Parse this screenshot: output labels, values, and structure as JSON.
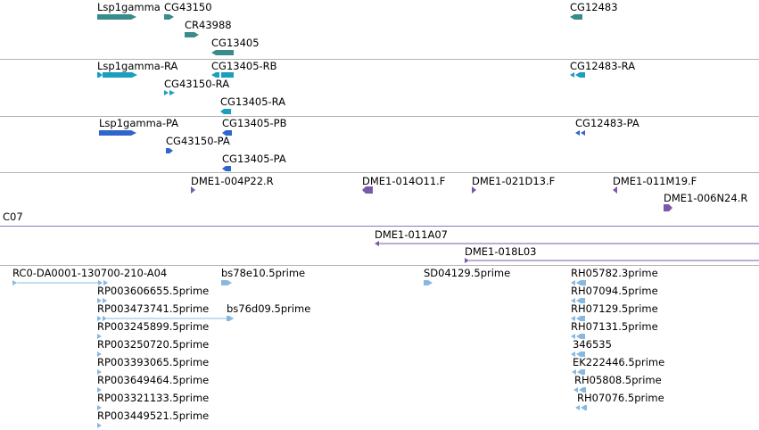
{
  "colors": {
    "gene": "#3a8c8c",
    "mrna": "#1a9fbf",
    "protein": "#2f66cc",
    "probe": "#7a5aa8",
    "est": "#88b8e0",
    "divider": "#b3b3b3"
  },
  "gene_track": {
    "features": [
      {
        "label": "Lsp1gamma",
        "strand": "+"
      },
      {
        "label": "CG43150",
        "strand": "+"
      },
      {
        "label": "CR43988",
        "strand": "+"
      },
      {
        "label": "CG13405",
        "strand": "-"
      },
      {
        "label": "CG12483",
        "strand": "-"
      }
    ]
  },
  "mrna_track": {
    "features": [
      {
        "label": "Lsp1gamma-RA",
        "strand": "+"
      },
      {
        "label": "CG13405-RB",
        "strand": "-"
      },
      {
        "label": "CG43150-RA",
        "strand": "+"
      },
      {
        "label": "CG13405-RA",
        "strand": "-"
      },
      {
        "label": "CG12483-RA",
        "strand": "-"
      }
    ]
  },
  "protein_track": {
    "features": [
      {
        "label": "Lsp1gamma-PA",
        "strand": "+"
      },
      {
        "label": "CG13405-PB",
        "strand": "-"
      },
      {
        "label": "CG43150-PA",
        "strand": "+"
      },
      {
        "label": "CG13405-PA",
        "strand": "-"
      },
      {
        "label": "CG12483-PA",
        "strand": "-"
      }
    ]
  },
  "probe_track": {
    "features": [
      {
        "label": "DME1-004P22.R",
        "strand": "+"
      },
      {
        "label": "DME1-014O11.F",
        "strand": "-"
      },
      {
        "label": "DME1-021D13.F",
        "strand": "+"
      },
      {
        "label": "DME1-011M19.F",
        "strand": "-"
      },
      {
        "label": "DME1-006N24.R",
        "strand": "+"
      }
    ]
  },
  "clone_track": {
    "label": "C07",
    "features": [
      {
        "label": "DME1-011A07",
        "strand": "-"
      },
      {
        "label": "DME1-018L03",
        "strand": "+"
      }
    ]
  },
  "est_track": {
    "features": [
      {
        "label": "RC0-DA0001-130700-210-A04"
      },
      {
        "label": "bs78e10.5prime"
      },
      {
        "label": "SD04129.5prime"
      },
      {
        "label": "RH05782.3prime"
      },
      {
        "label": "RP003606655.5prime"
      },
      {
        "label": "RH07094.5prime"
      },
      {
        "label": "RP003473741.5prime"
      },
      {
        "label": "bs76d09.5prime"
      },
      {
        "label": "RH07129.5prime"
      },
      {
        "label": "RP003245899.5prime"
      },
      {
        "label": "RH07131.5prime"
      },
      {
        "label": "RP003250720.5prime"
      },
      {
        "label": "346535"
      },
      {
        "label": "RP003393065.5prime"
      },
      {
        "label": "EK222446.5prime"
      },
      {
        "label": "RP003649464.5prime"
      },
      {
        "label": "RH05808.5prime"
      },
      {
        "label": "RP003321133.5prime"
      },
      {
        "label": "RH07076.5prime"
      },
      {
        "label": "RP003449521.5prime"
      }
    ]
  }
}
